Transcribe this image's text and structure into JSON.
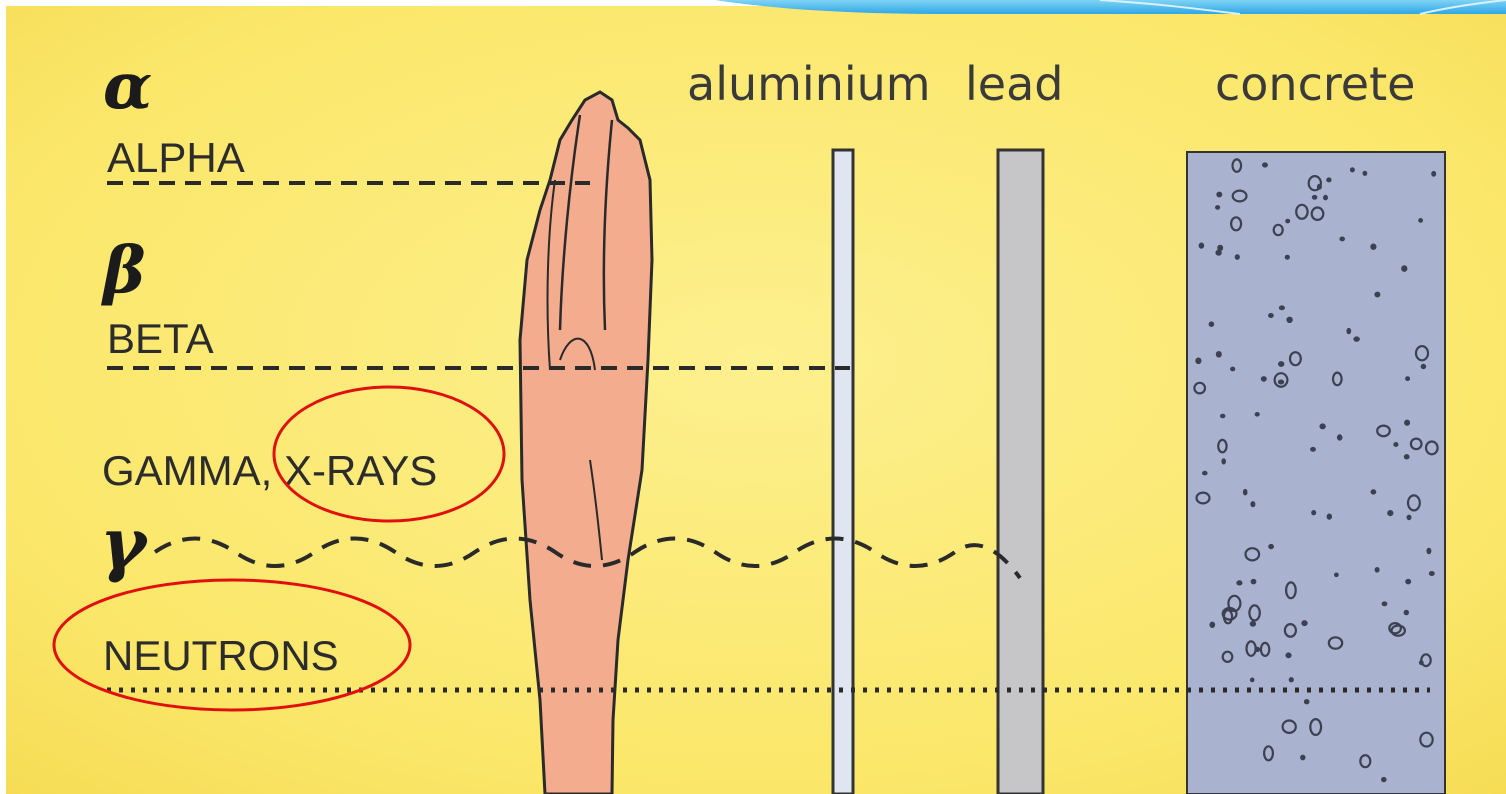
{
  "radiation": {
    "alpha": {
      "symbol": "α",
      "name": "ALPHA"
    },
    "beta": {
      "symbol": "β",
      "name": "BETA"
    },
    "gamma": {
      "symbol": "γ",
      "name": "GAMMA, X-RAYS"
    },
    "neutrons": {
      "name": "NEUTRONS"
    }
  },
  "materials": {
    "aluminium": "aluminium",
    "lead": "lead",
    "concrete": "concrete"
  },
  "annotations": {
    "highlight_color": "#e01010",
    "highlighted": [
      "X-RAYS",
      "NEUTRONS"
    ]
  },
  "colors": {
    "background": "#fbe76a",
    "hand": "#f3ac8e",
    "aluminium": "#dfe6f2",
    "lead": "#c6c6c8",
    "concrete": "#a9b3cf"
  }
}
